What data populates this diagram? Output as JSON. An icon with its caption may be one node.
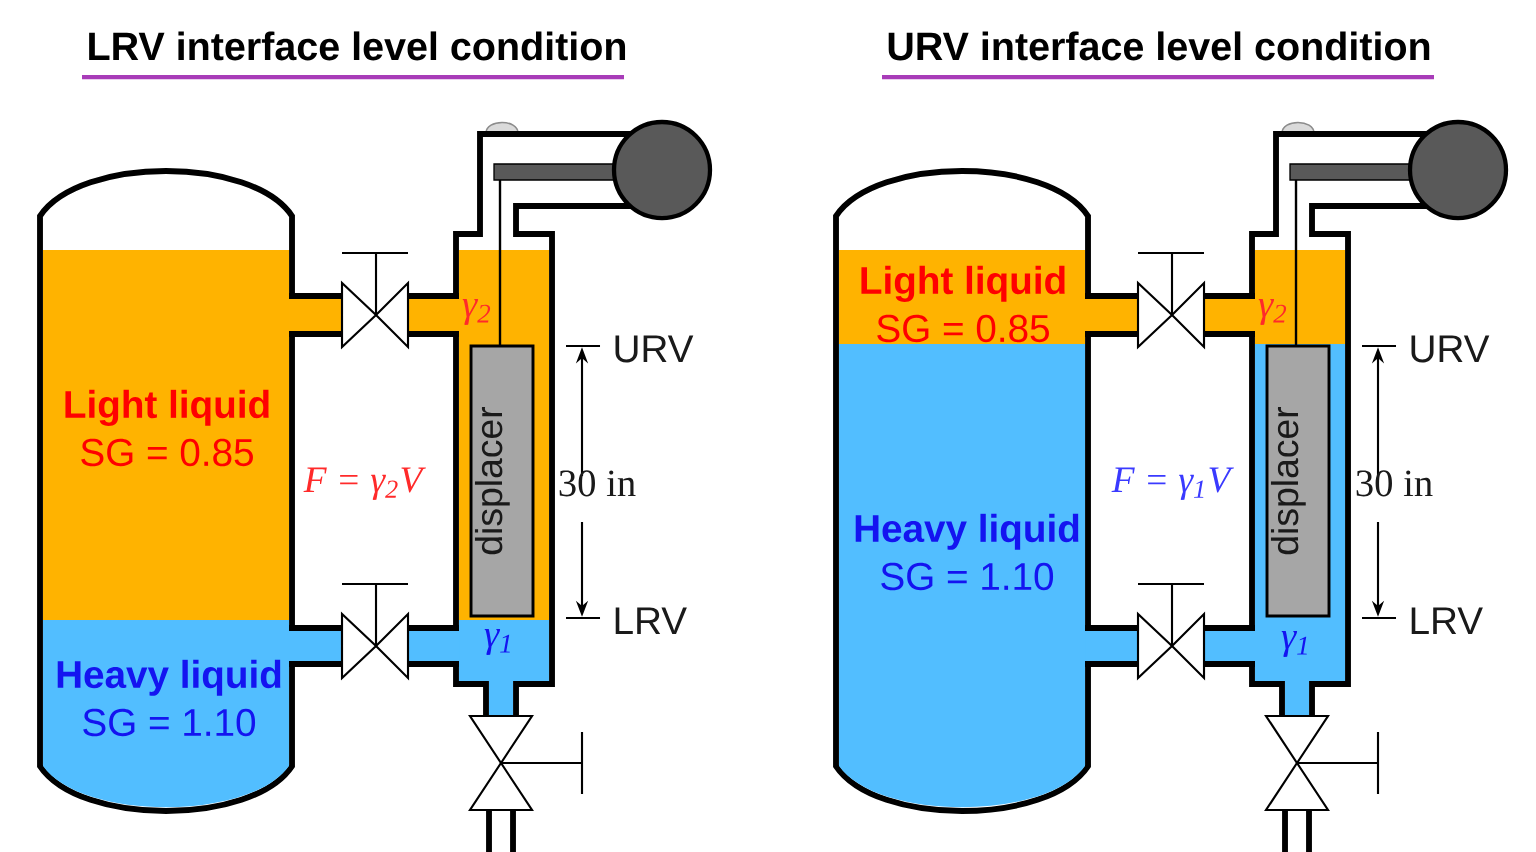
{
  "diagram": {
    "nodes": [
      {
        "text": [
          "Light liquid",
          "SG = 0.85"
        ]
      },
      {
        "text": [
          "Heavy liquid",
          "SG = 1.10"
        ]
      },
      {
        "text": [
          "displacer"
        ]
      },
      {
        "text": [
          "Light liquid",
          "SG = 0.85"
        ]
      },
      {
        "text": [
          "Heavy liquid",
          "SG = 1.10"
        ]
      },
      {
        "text": [
          "displacer"
        ]
      }
    ],
    "labels": [
      "LRV interface level condition",
      "URV interface level condition",
      "γ$_{2}$",
      "URV",
      "F = γ$_{2}$V",
      "30 in",
      "LRV",
      "γ$_{1}$",
      "γ$_{2}$",
      "URV",
      "F = γ$_{1}$V",
      "30 in",
      "LRV",
      "γ$_{1}$"
    ]
  }
}
